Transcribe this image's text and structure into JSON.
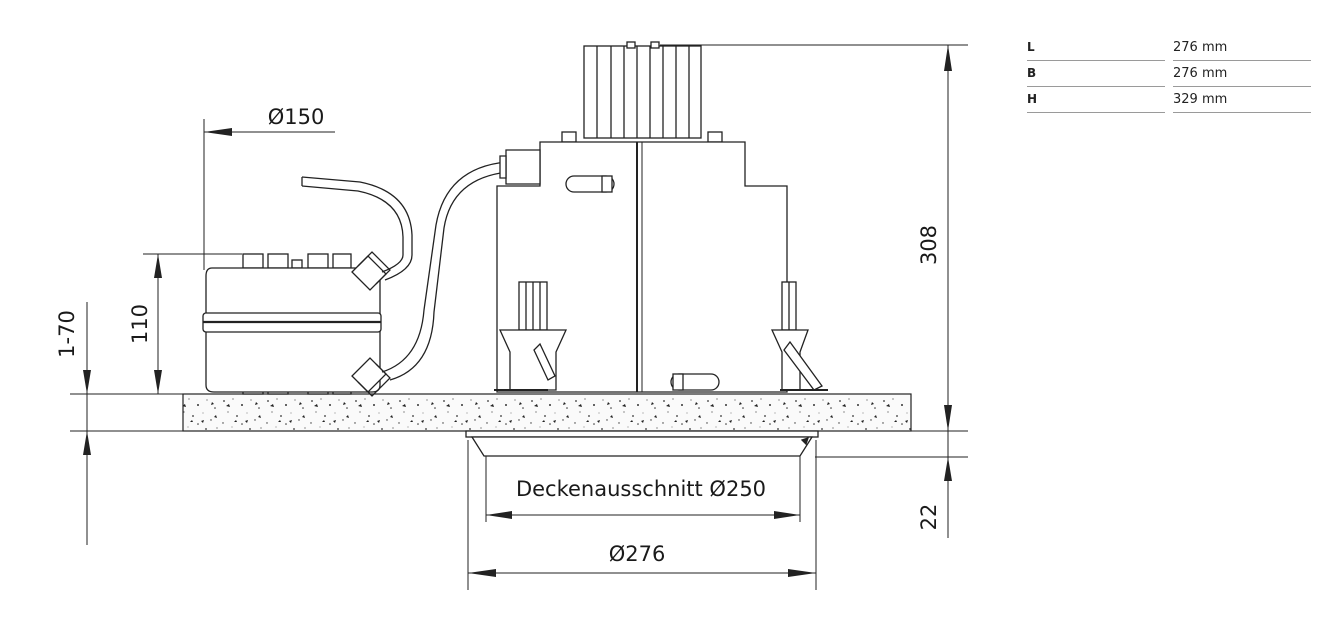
{
  "dimensions": {
    "junction_box_diameter": "Ø150",
    "junction_box_height": "110",
    "ceiling_thickness": "1-70",
    "housing_height": "308",
    "trim_height": "22",
    "cutout": "Deckenausschnitt Ø250",
    "trim_diameter": "Ø276"
  },
  "specs": [
    {
      "label": "L",
      "value": "276 mm"
    },
    {
      "label": "B",
      "value": "276 mm"
    },
    {
      "label": "H",
      "value": "329 mm"
    }
  ]
}
